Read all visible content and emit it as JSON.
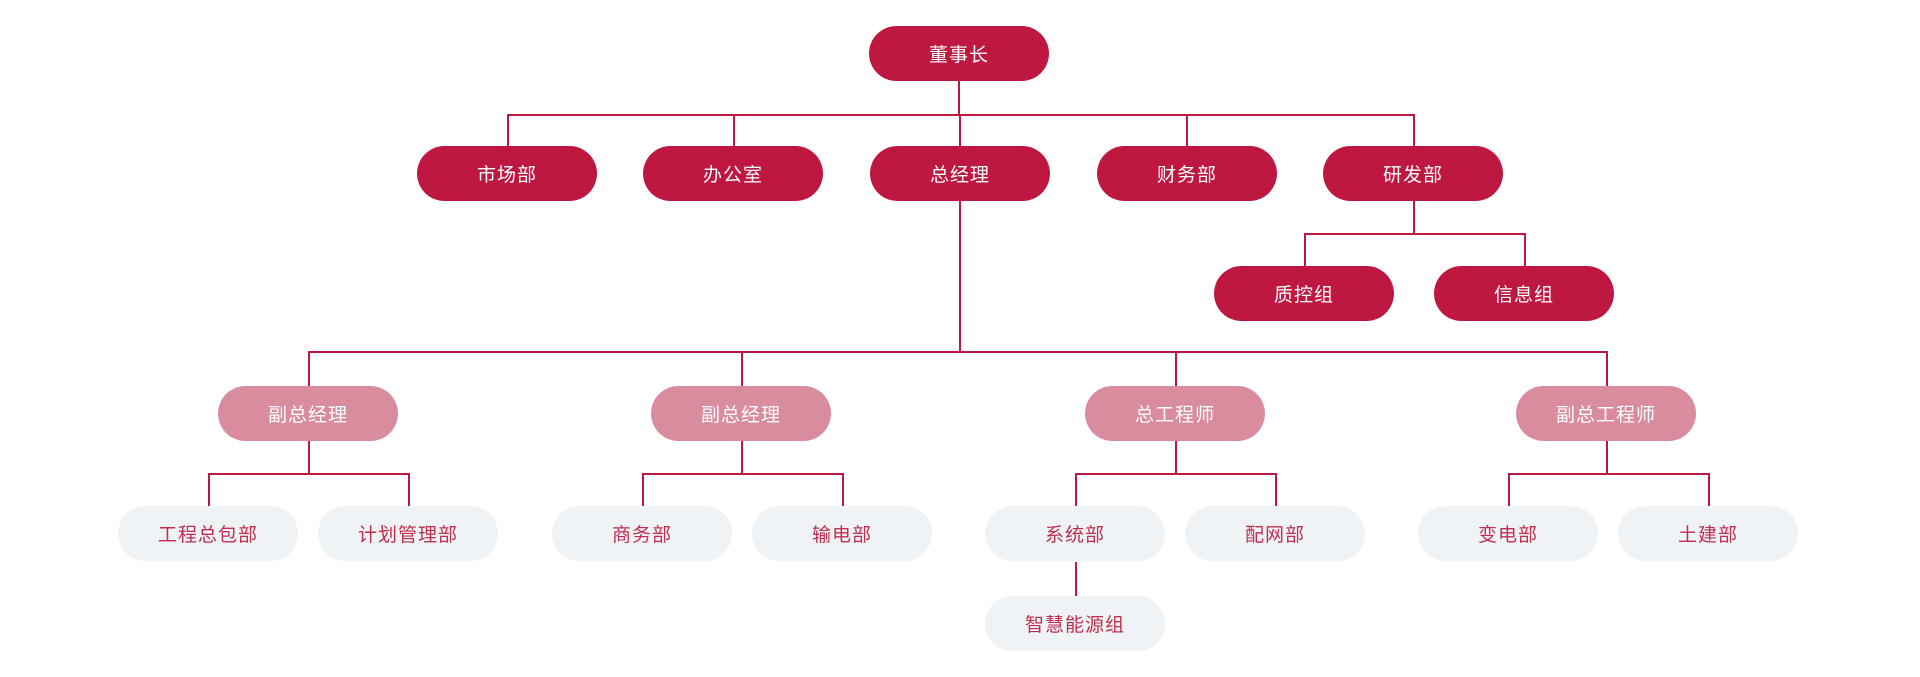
{
  "org_chart": {
    "type": "organization-chart",
    "colors": {
      "primary": "#BE1840",
      "secondary": "#D98C9E",
      "tertiary": "#EFF3F6",
      "tertiary_text": "#C02F4E",
      "line": "#BE1840",
      "text_on_dark": "#FFFFFF"
    },
    "nodes": [
      {
        "label": "董事长",
        "level": 1,
        "style": "dark",
        "parent": null
      },
      {
        "label": "市场部",
        "level": 2,
        "style": "dark",
        "parent": 0
      },
      {
        "label": "办公室",
        "level": 2,
        "style": "dark",
        "parent": 0
      },
      {
        "label": "总经理",
        "level": 2,
        "style": "dark",
        "parent": 0
      },
      {
        "label": "财务部",
        "level": 2,
        "style": "dark",
        "parent": 0
      },
      {
        "label": "研发部",
        "level": 2,
        "style": "dark",
        "parent": 0
      },
      {
        "label": "质控组",
        "level": 3,
        "style": "dark",
        "parent": 5
      },
      {
        "label": "信息组",
        "level": 3,
        "style": "dark",
        "parent": 5
      },
      {
        "label": "副总经理",
        "level": 3,
        "style": "pink",
        "parent": 3
      },
      {
        "label": "副总经理",
        "level": 3,
        "style": "pink",
        "parent": 3
      },
      {
        "label": "总工程师",
        "level": 3,
        "style": "pink",
        "parent": 3
      },
      {
        "label": "副总工程师",
        "level": 3,
        "style": "pink",
        "parent": 3
      },
      {
        "label": "工程总包部",
        "level": 4,
        "style": "light",
        "parent": 8
      },
      {
        "label": "计划管理部",
        "level": 4,
        "style": "light",
        "parent": 8
      },
      {
        "label": "商务部",
        "level": 4,
        "style": "light",
        "parent": 9
      },
      {
        "label": "输电部",
        "level": 4,
        "style": "light",
        "parent": 9
      },
      {
        "label": "系统部",
        "level": 4,
        "style": "light",
        "parent": 10
      },
      {
        "label": "配网部",
        "level": 4,
        "style": "light",
        "parent": 10
      },
      {
        "label": "变电部",
        "level": 4,
        "style": "light",
        "parent": 11
      },
      {
        "label": "土建部",
        "level": 4,
        "style": "light",
        "parent": 11
      },
      {
        "label": "智慧能源组",
        "level": 5,
        "style": "light",
        "parent": 16
      }
    ]
  }
}
